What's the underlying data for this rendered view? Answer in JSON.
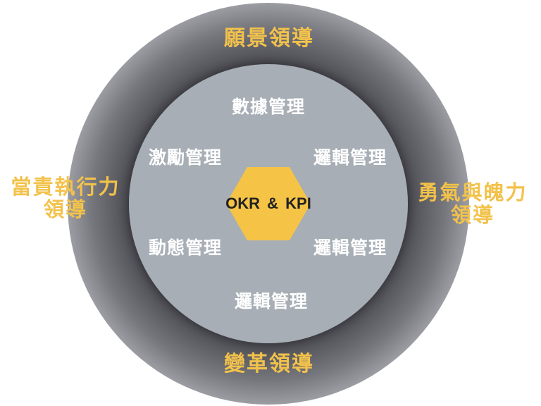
{
  "colors": {
    "outer_ring_light": "#9a9aa1",
    "outer_ring_dark": "#4a4a51",
    "inner_circle": "#a7aeb5",
    "hexagon": "#f5c446",
    "outer_text": "#f2c24b",
    "inner_text": "#ffffff",
    "center_text": "#222222"
  },
  "outer_labels": {
    "top": "願景領導",
    "bottom": "變革領導",
    "left_line1": "當責執行力",
    "left_line2": "領導",
    "right_line1": "勇氣與魄力",
    "right_line2": "領導"
  },
  "inner_labels": {
    "top": "數據管理",
    "upper_left": "激勵管理",
    "upper_right": "邏輯管理",
    "lower_left": "動態管理",
    "lower_right": "邏輯管理",
    "bottom": "邏輯管理"
  },
  "center": {
    "label": "OKR & KPI"
  }
}
